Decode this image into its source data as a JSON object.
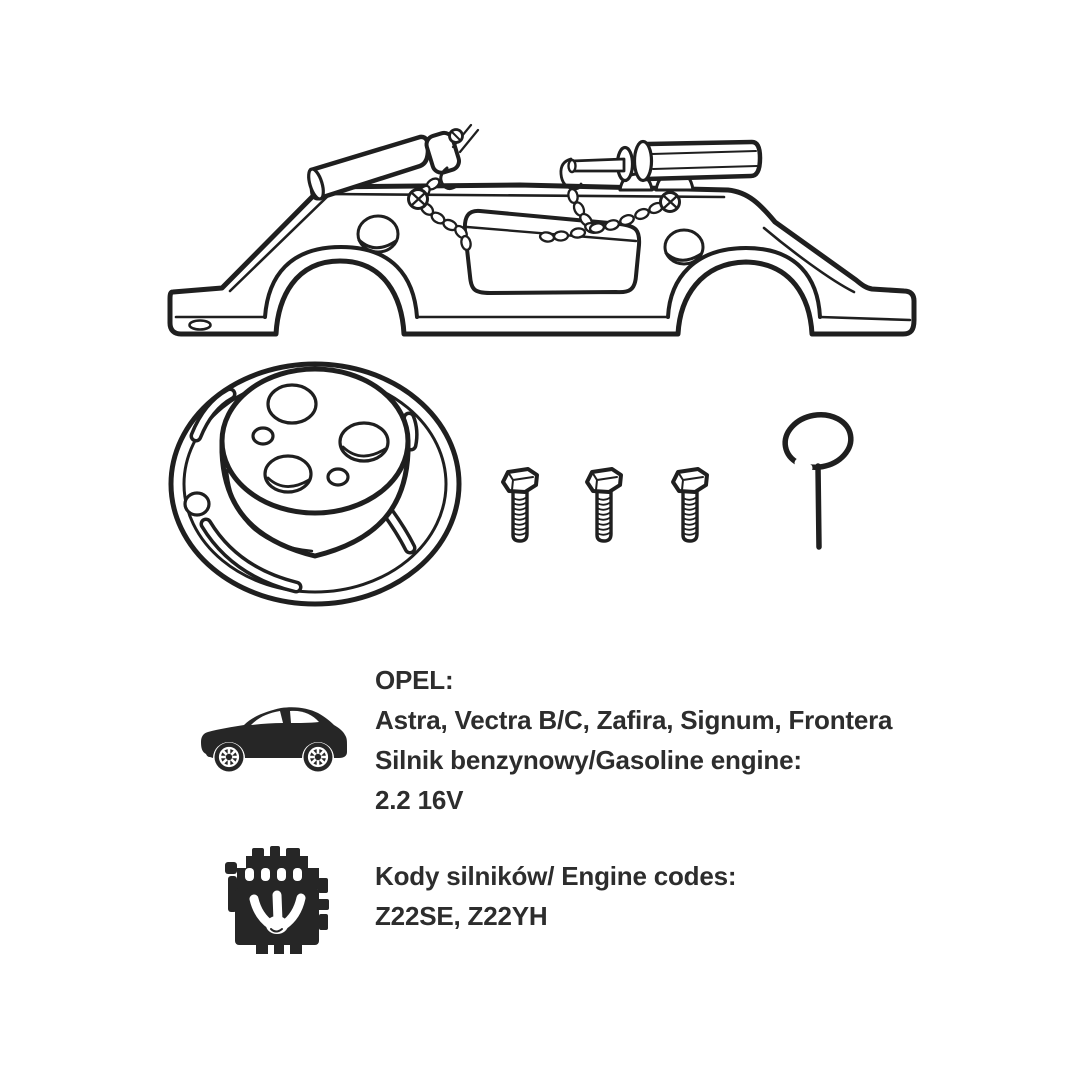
{
  "colors": {
    "background": "#ffffff",
    "line_art": "#1f1f1f",
    "icon_fill": "#262626",
    "text": "#2d2d2d"
  },
  "icons": {
    "car": "sedan-car-icon",
    "engine": "engine-block-icon"
  },
  "illustration_names": {
    "timing_tool": "camshaft-locking-tool-drawing",
    "pulley_tool": "crankshaft-pulley-tool-drawing",
    "bolts": "three-hex-bolts-drawing",
    "pin": "loop-retaining-pin-drawing"
  },
  "vehicle_info": {
    "brand_label": "OPEL:",
    "models": "Astra, Vectra B/C, Zafira, Signum, Frontera",
    "engine_type_label": "Silnik benzynowy/Gasoline engine:",
    "engine_spec": "2.2 16V"
  },
  "engine_codes": {
    "label": "Kody silników/ Engine codes:",
    "codes": "Z22SE, Z22YH"
  }
}
